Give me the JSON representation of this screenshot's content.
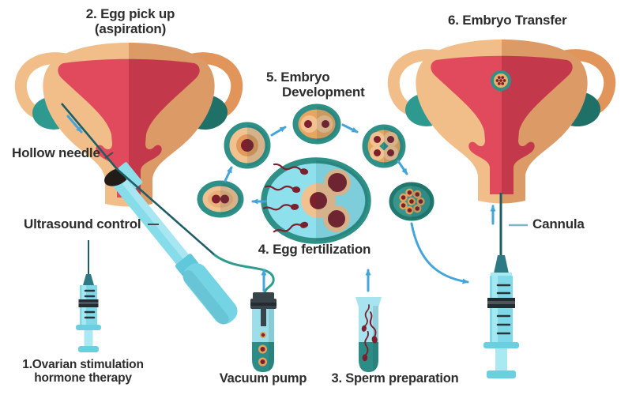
{
  "diagram": {
    "steps": {
      "step1": {
        "line1": "1.Ovarian stimulation",
        "line2": "hormone therapy"
      },
      "step2": {
        "line1": "2. Egg pick up",
        "line2": "(aspiration)"
      },
      "step3": {
        "label": "3. Sperm preparation"
      },
      "step4": {
        "label": "4. Egg fertilization"
      },
      "step5": {
        "line1": "5. Embryo",
        "line2": "Development"
      },
      "step6": {
        "label": "6. Embryo Transfer"
      }
    },
    "annotations": {
      "hollow_needle": "Hollow needle",
      "ultrasound_control": "Ultrasound control",
      "vacuum_pump": "Vacuum pump",
      "cannula": "Cannula"
    },
    "colors": {
      "text": "#2d2d2d",
      "body_orange": "#F1BE8A",
      "body_orange_dark": "#E2955A",
      "cavity_red": "#E14A5C",
      "ovary_teal": "#2E9A8F",
      "ovary_teal_dark": "#1F7168",
      "ring_teal": "#2E9086",
      "cyto_cyan": "#8EE0ED",
      "cell_orange": "#F2C190",
      "nucleus_red": "#7E1F2D",
      "arrow_blue": "#44A5D8",
      "needle_teal": "#1D5E66",
      "instrument_cyan": "#7FD9E8",
      "dark_gray": "#39434A"
    }
  }
}
